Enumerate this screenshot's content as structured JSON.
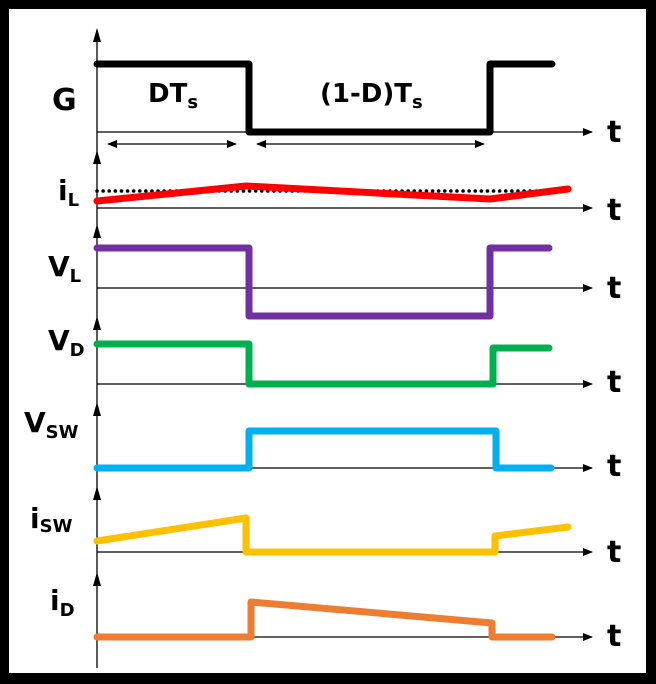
{
  "labels": {
    "g": "G",
    "il_main": "i",
    "il_sub": "L",
    "vl_main": "V",
    "vl_sub": "L",
    "vd_main": "V",
    "vd_sub": "D",
    "vsw_main": "V",
    "vsw_sub": "SW",
    "isw_main": "i",
    "isw_sub": "SW",
    "id_main": "i",
    "id_sub": "D",
    "time": "t",
    "on_interval_main": "DT",
    "on_interval_sub": "s",
    "off_interval_main": "(1-D)T",
    "off_interval_sub": "s"
  },
  "colors": {
    "g": "#000000",
    "il": "#ff0000",
    "vl": "#7030a0",
    "vd": "#00b050",
    "vsw": "#00b0f0",
    "isw": "#ffc000",
    "id": "#ed7d31"
  }
}
